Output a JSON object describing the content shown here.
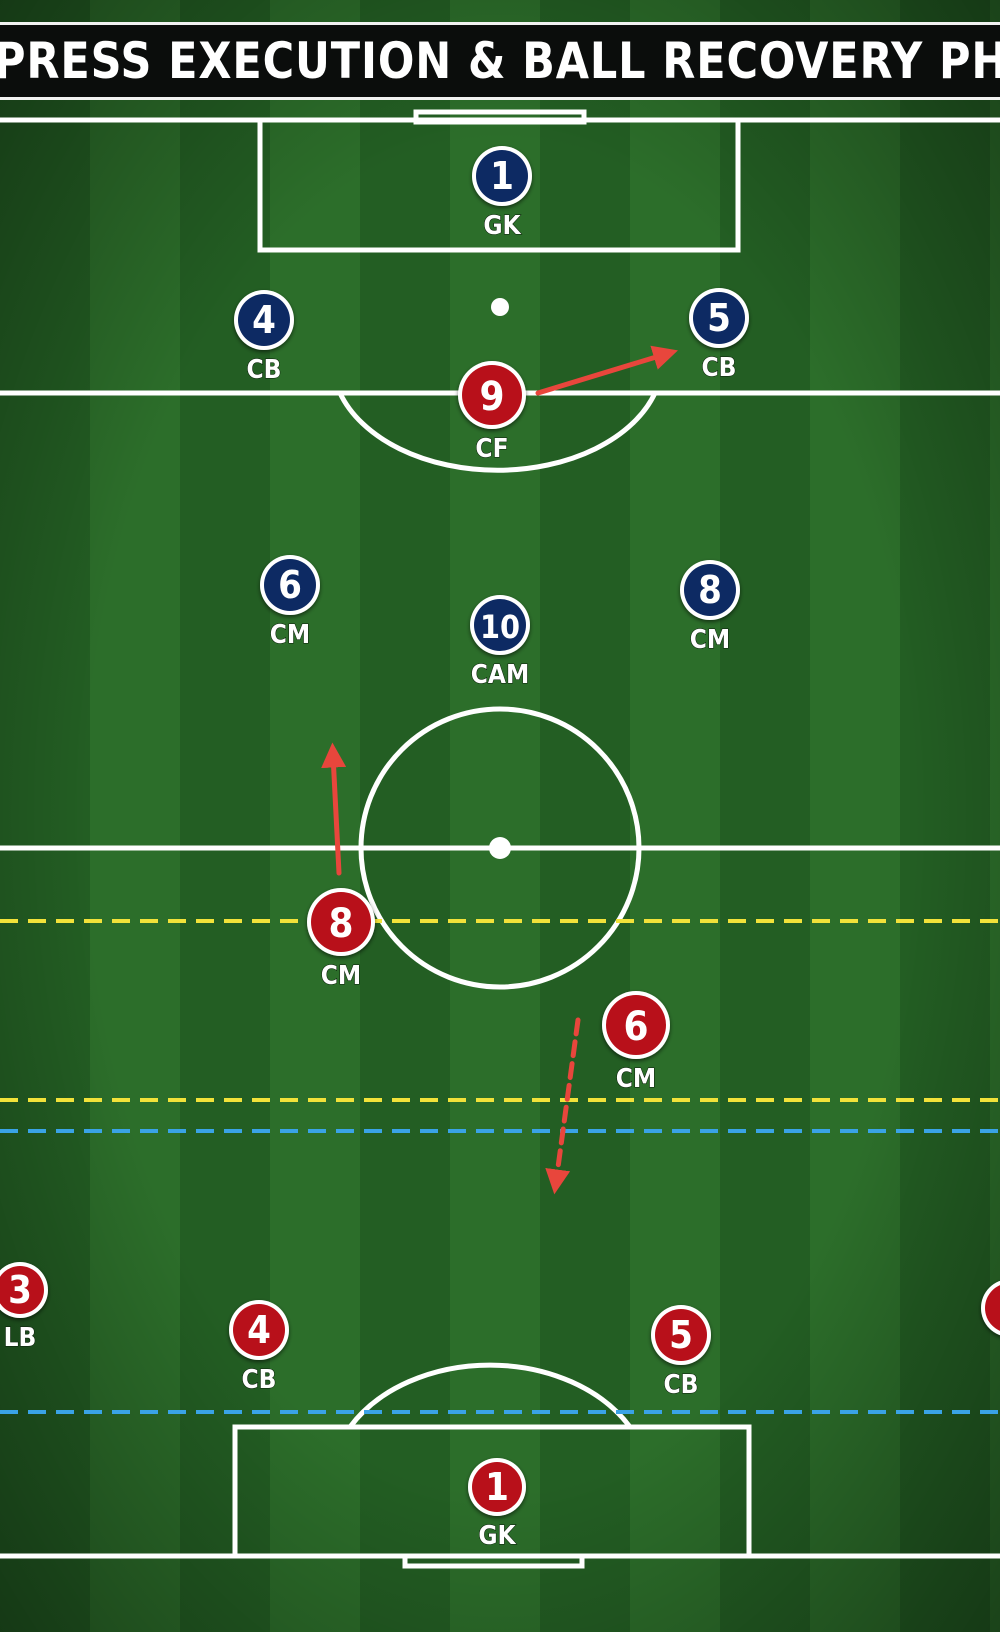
{
  "title": "PRESS EXECUTION & BALL RECOVERY PHASE -",
  "colors": {
    "grass_dark": "#235e23",
    "grass_light": "#2c6e2a",
    "lines": "#ffffff",
    "opponent_blue": "#0d2a63",
    "team_red": "#b8101a",
    "arrow": "#e8463c",
    "press_line_yellow": "#f2e23a",
    "defensive_line_blue": "#3aa3e6"
  },
  "players": [
    {
      "id": "opp-gk",
      "team": "opponent",
      "number": "1",
      "role": "GK"
    },
    {
      "id": "opp-cb4",
      "team": "opponent",
      "number": "4",
      "role": "CB"
    },
    {
      "id": "opp-cb5",
      "team": "opponent",
      "number": "5",
      "role": "CB"
    },
    {
      "id": "opp-cm6",
      "team": "opponent",
      "number": "6",
      "role": "CM"
    },
    {
      "id": "opp-cam",
      "team": "opponent",
      "number": "10",
      "role": "CAM"
    },
    {
      "id": "opp-cm8",
      "team": "opponent",
      "number": "8",
      "role": "CM"
    },
    {
      "id": "team-cf9",
      "team": "home",
      "number": "9",
      "role": "CF"
    },
    {
      "id": "team-cm8",
      "team": "home",
      "number": "8",
      "role": "CM"
    },
    {
      "id": "team-cm6",
      "team": "home",
      "number": "6",
      "role": "CM"
    },
    {
      "id": "team-lb3",
      "team": "home",
      "number": "3",
      "role": "LB"
    },
    {
      "id": "team-cb4",
      "team": "home",
      "number": "4",
      "role": "CB"
    },
    {
      "id": "team-cb5",
      "team": "home",
      "number": "5",
      "role": "CB"
    },
    {
      "id": "team-gk1",
      "team": "home",
      "number": "1",
      "role": "GK"
    },
    {
      "id": "team-rb-partial",
      "team": "home",
      "number": "",
      "role": ""
    }
  ],
  "arrows": [
    {
      "id": "cf-press-arrow",
      "style": "solid"
    },
    {
      "id": "cm8-press-arrow",
      "style": "solid"
    },
    {
      "id": "cm6-cover-arrow",
      "style": "dashed"
    }
  ],
  "lines": [
    {
      "id": "press-line-upper",
      "color": "yellow",
      "style": "dashed"
    },
    {
      "id": "press-line-lower",
      "color": "yellow",
      "style": "dashed"
    },
    {
      "id": "def-line-upper",
      "color": "blue",
      "style": "dashed"
    },
    {
      "id": "def-line-lower",
      "color": "blue",
      "style": "dashed"
    }
  ]
}
